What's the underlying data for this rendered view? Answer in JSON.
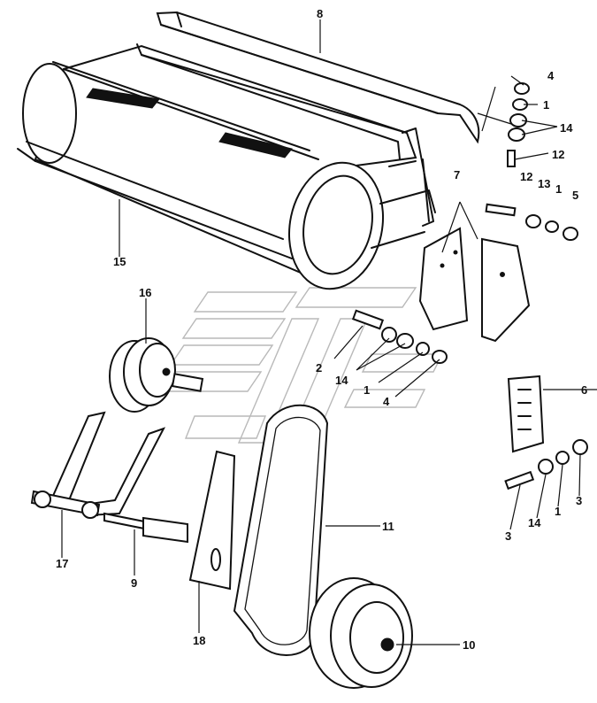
{
  "callouts": {
    "c8": "8",
    "c4a": "4",
    "c1a": "1",
    "c14a": "14",
    "c12a": "12",
    "c7": "7",
    "c12b": "12",
    "c13": "13",
    "c1b": "1",
    "c5": "5",
    "c15": "15",
    "c16": "16",
    "c2": "2",
    "c14b": "14",
    "c1c": "1",
    "c4b": "4",
    "c6": "6",
    "c11": "11",
    "c17": "17",
    "c9": "9",
    "c18": "18",
    "c10": "10",
    "c3a": "3",
    "c14c": "14",
    "c1d": "1",
    "c3b": "3"
  },
  "colors": {
    "line": "#111111",
    "watermark": "#b9b9b9",
    "background": "#ffffff"
  }
}
